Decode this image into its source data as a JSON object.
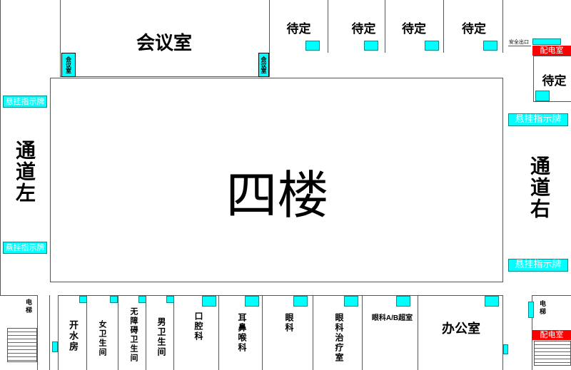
{
  "title": "四楼",
  "corridor_left": "通道左",
  "corridor_right": "通道右",
  "meeting_room": "会议室",
  "meeting_tag_left": "会议室",
  "meeting_tag_right": "会议室",
  "top_rooms": [
    "待定",
    "待定",
    "待定",
    "待定"
  ],
  "right_room": "待定",
  "safety_exit": "安全出口",
  "power_room_top": "配电室",
  "power_room_bottom": "配电室",
  "hanging_sign": "悬挂指示牌",
  "elevator_left": "电梯",
  "elevator_right": "电梯",
  "bottom_rooms": [
    "开水房",
    "女卫生间",
    "无障碍卫生间",
    "男卫生间",
    "口腔科",
    "耳鼻喉科",
    "眼科",
    "眼科治疗室",
    "眼科A/B超室",
    "办公室"
  ],
  "colors": {
    "sign": "#00ffff",
    "power_room": "#ff0000",
    "walls": "#555555"
  }
}
